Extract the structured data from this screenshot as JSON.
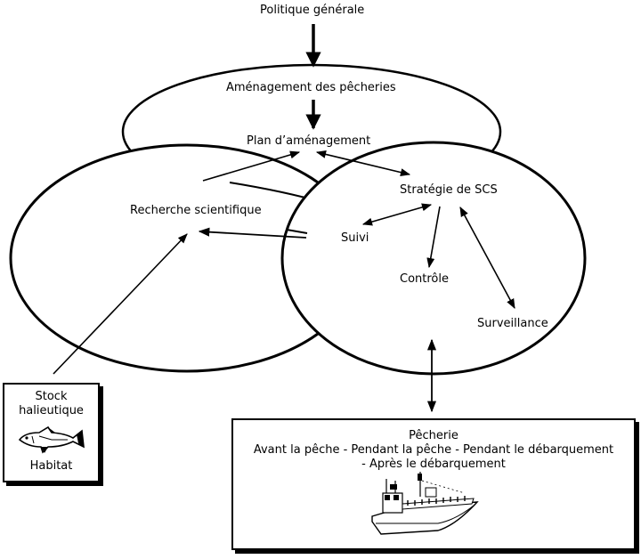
{
  "diagram": {
    "top_input": "Politique générale",
    "ellipse_top": {
      "title": "Aménagement des pêcheries",
      "subtitle": "Plan d’aménagement"
    },
    "ellipse_left": {
      "title": "Recherche scientifique"
    },
    "ellipse_right": {
      "title": "Stratégie de SCS",
      "items": [
        "Suivi",
        "Contrôle",
        "Surveillance"
      ]
    },
    "stock_box": {
      "title_line1": "Stock",
      "title_line2": "halieutique",
      "icon": "fish-icon",
      "footer": "Habitat"
    },
    "fishery_box": {
      "title": "Pêcherie",
      "line1": "Avant la pêche - Pendant la pêche - Pendant le débarquement",
      "line2": "- Après le débarquement",
      "icon": "fishing-boat-icon"
    },
    "colors": {
      "stroke": "#000000",
      "background": "#ffffff"
    }
  }
}
